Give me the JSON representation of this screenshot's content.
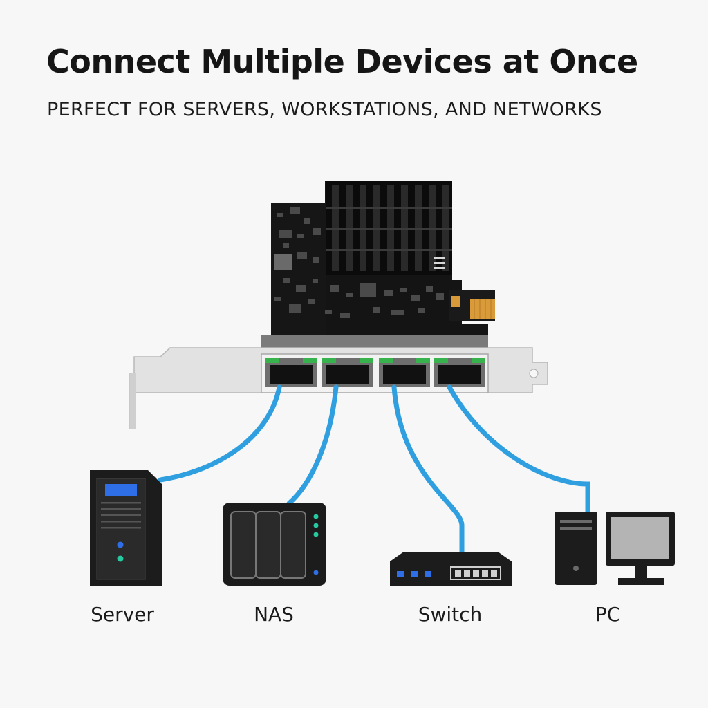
{
  "header": {
    "title": "Connect Multiple Devices at Once",
    "subtitle": "PERFECT FOR SERVERS, WORKSTATIONS, AND NETWORKS"
  },
  "devices": [
    {
      "label": "Server",
      "icon": "server-icon"
    },
    {
      "label": "NAS",
      "icon": "nas-icon"
    },
    {
      "label": "Switch",
      "icon": "switch-icon"
    },
    {
      "label": "PC",
      "icon": "pc-icon"
    }
  ],
  "colors": {
    "cable": "#2f9fe0",
    "pcb": "#141414",
    "bracket": "#dcdcdc",
    "device_body": "#1c1c1c",
    "accent_blue": "#2e6ee6",
    "accent_green": "#27c9a0",
    "gold_contacts": "#d99a3a"
  }
}
